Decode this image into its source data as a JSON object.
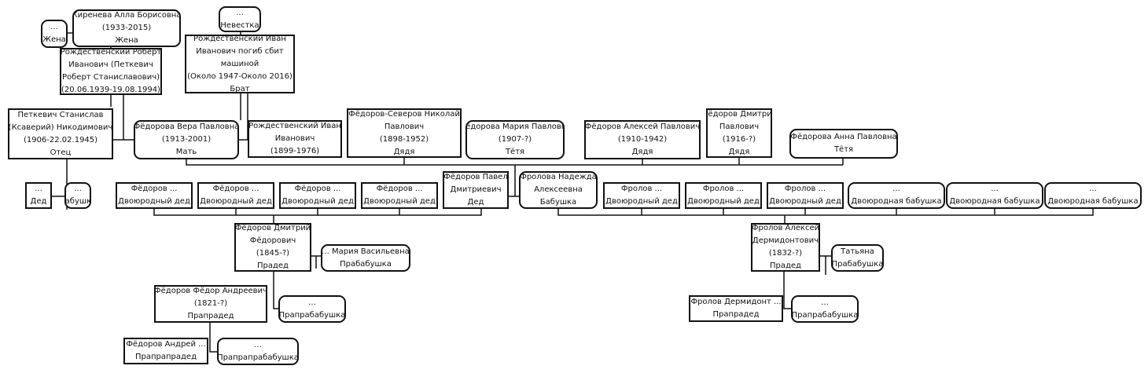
{
  "nodes": [
    {
      "id": "wife2",
      "sex": "f",
      "lines": [
        "...",
        "Жена"
      ]
    },
    {
      "id": "kireneva",
      "sex": "f",
      "lines": [
        "Киренева Алла Борисовна",
        "(1933-2015)",
        "Жена"
      ]
    },
    {
      "id": "nevestka",
      "sex": "f",
      "lines": [
        "...",
        "Невестка"
      ]
    },
    {
      "id": "rozhd_robert",
      "sex": "m",
      "lines": [
        "Рождественский Роберт",
        "Иванович (Петкевич",
        "Роберт Станиславович)",
        "(20.06.1939-19.08.1994)"
      ]
    },
    {
      "id": "rozhd_ivan_jr",
      "sex": "m",
      "lines": [
        "Рождественский Иван",
        "Иванович  погиб сбит",
        "машиной",
        "(Около 1947-Около 2016)",
        "Брат"
      ]
    },
    {
      "id": "petkevich",
      "sex": "m",
      "lines": [
        "Петкевич Станислав",
        "(Ксаверий) Никодимович",
        "(1906-22.02.1945)",
        "Отец"
      ]
    },
    {
      "id": "vera",
      "sex": "f",
      "lines": [
        "Фёдорова Вера Павловна",
        "(1913-2001)",
        "Мать"
      ]
    },
    {
      "id": "rozhd_ivan_sr",
      "sex": "m",
      "lines": [
        "Рождественский Иван",
        "Иванович",
        "(1899-1976)"
      ]
    },
    {
      "id": "nikolai",
      "sex": "m",
      "lines": [
        "Фёдоров-Северов Николай",
        "Павлович",
        "(1898-1952)",
        "Дядя"
      ]
    },
    {
      "id": "maria_p",
      "sex": "f",
      "lines": [
        "Фёдорова Мария Павловна",
        "(1907-?)",
        "Тётя"
      ]
    },
    {
      "id": "alexei_p",
      "sex": "m",
      "lines": [
        "Фёдоров Алексей Павлович",
        "(1910-1942)",
        "Дядя"
      ]
    },
    {
      "id": "dmitri_p",
      "sex": "m",
      "lines": [
        "Фёдоров Дмитрий",
        "Павлович",
        "(1916-?)",
        "Дядя"
      ]
    },
    {
      "id": "anna_p",
      "sex": "f",
      "lines": [
        "Фёдорова Анна Павловна",
        "Тётя"
      ]
    },
    {
      "id": "ded",
      "sex": "m",
      "lines": [
        "...",
        "Дед"
      ]
    },
    {
      "id": "babushka",
      "sex": "f",
      "lines": [
        "...",
        "Бабушка"
      ]
    },
    {
      "id": "fed_c1",
      "sex": "m",
      "lines": [
        "Фёдоров ...",
        "Двоюродный дед"
      ]
    },
    {
      "id": "fed_c2",
      "sex": "m",
      "lines": [
        "Фёдоров ...",
        "Двоюродный дед"
      ]
    },
    {
      "id": "fed_c3",
      "sex": "m",
      "lines": [
        "Фёдоров ...",
        "Двоюродный дед"
      ]
    },
    {
      "id": "fed_c4",
      "sex": "m",
      "lines": [
        "Фёдоров ...",
        "Двоюродный дед"
      ]
    },
    {
      "id": "pavel",
      "sex": "m",
      "lines": [
        "Фёдоров Павел",
        "Дмитриевич",
        "Дед"
      ]
    },
    {
      "id": "nadezhda",
      "sex": "f",
      "lines": [
        "Фролова Надежда",
        "Алексеевна",
        "Бабушка"
      ]
    },
    {
      "id": "frol_c1",
      "sex": "m",
      "lines": [
        "Фролов ...",
        "Двоюродный дед"
      ]
    },
    {
      "id": "frol_c2",
      "sex": "m",
      "lines": [
        "Фролов ...",
        "Двоюродный дед"
      ]
    },
    {
      "id": "frol_c3",
      "sex": "m",
      "lines": [
        "Фролов ...",
        "Двоюродный дед"
      ]
    },
    {
      "id": "gb1",
      "sex": "f",
      "lines": [
        "...",
        "Двоюродная бабушка"
      ]
    },
    {
      "id": "gb2",
      "sex": "f",
      "lines": [
        "...",
        "Двоюродная бабушка"
      ]
    },
    {
      "id": "gb3",
      "sex": "f",
      "lines": [
        "...",
        "Двоюродная бабушка"
      ]
    },
    {
      "id": "dmitri_f",
      "sex": "m",
      "lines": [
        "Фёдоров Дмитрий",
        "Фёдорович",
        "(1845-?)",
        "Прадед"
      ]
    },
    {
      "id": "maria_v",
      "sex": "f",
      "lines": [
        "... Мария Васильевна",
        "Прабабушка"
      ]
    },
    {
      "id": "alexei_d",
      "sex": "m",
      "lines": [
        "Фролов Алексей",
        "Дермидонтович",
        "(1832-?)",
        "Прадед"
      ]
    },
    {
      "id": "tatyana",
      "sex": "f",
      "lines": [
        "Татьяна",
        "Прабабушка"
      ]
    },
    {
      "id": "fyodor_a",
      "sex": "m",
      "lines": [
        "Фёдоров Фёдор Андреевич",
        "(1821-?)",
        "Прапрадед"
      ]
    },
    {
      "id": "praprab1",
      "sex": "f",
      "lines": [
        "...",
        "Прапрабабушка"
      ]
    },
    {
      "id": "dermidont",
      "sex": "m",
      "lines": [
        "Фролов Дермидонт ...",
        "Прапрадед"
      ]
    },
    {
      "id": "praprab2",
      "sex": "f",
      "lines": [
        "...",
        "Прапрабабушка"
      ]
    },
    {
      "id": "andrei",
      "sex": "m",
      "lines": [
        "Фёдоров Андрей ...",
        "Прапрапрадед"
      ]
    },
    {
      "id": "prapraprab",
      "sex": "f",
      "lines": [
        "...",
        "Прапрапрабабушка"
      ]
    }
  ]
}
